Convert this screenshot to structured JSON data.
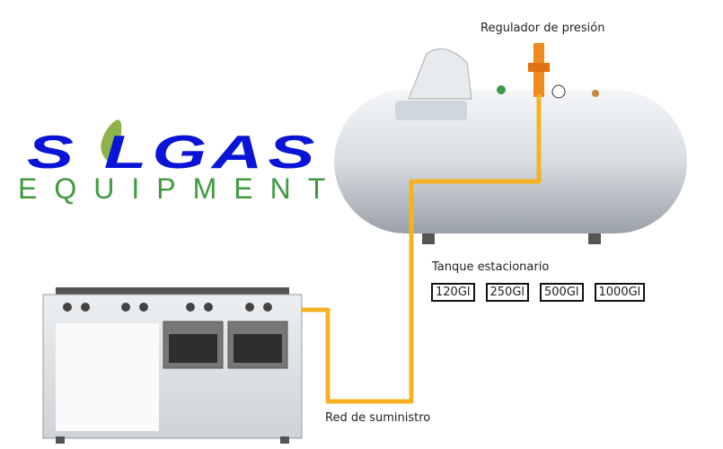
{
  "logo": {
    "brand": "S LGAS",
    "sub": "EQUIPMENT"
  },
  "labels": {
    "regulator": "Regulador de presión",
    "tank": "Tanque estacionario",
    "network": "Red de suministro"
  },
  "capacities": [
    "120Gl",
    "250Gl",
    "500Gl",
    "1000Gl"
  ],
  "colors": {
    "pipe": "#f5a623",
    "brand_blue": "#0a14d6",
    "brand_green": "#3e9a3e"
  }
}
